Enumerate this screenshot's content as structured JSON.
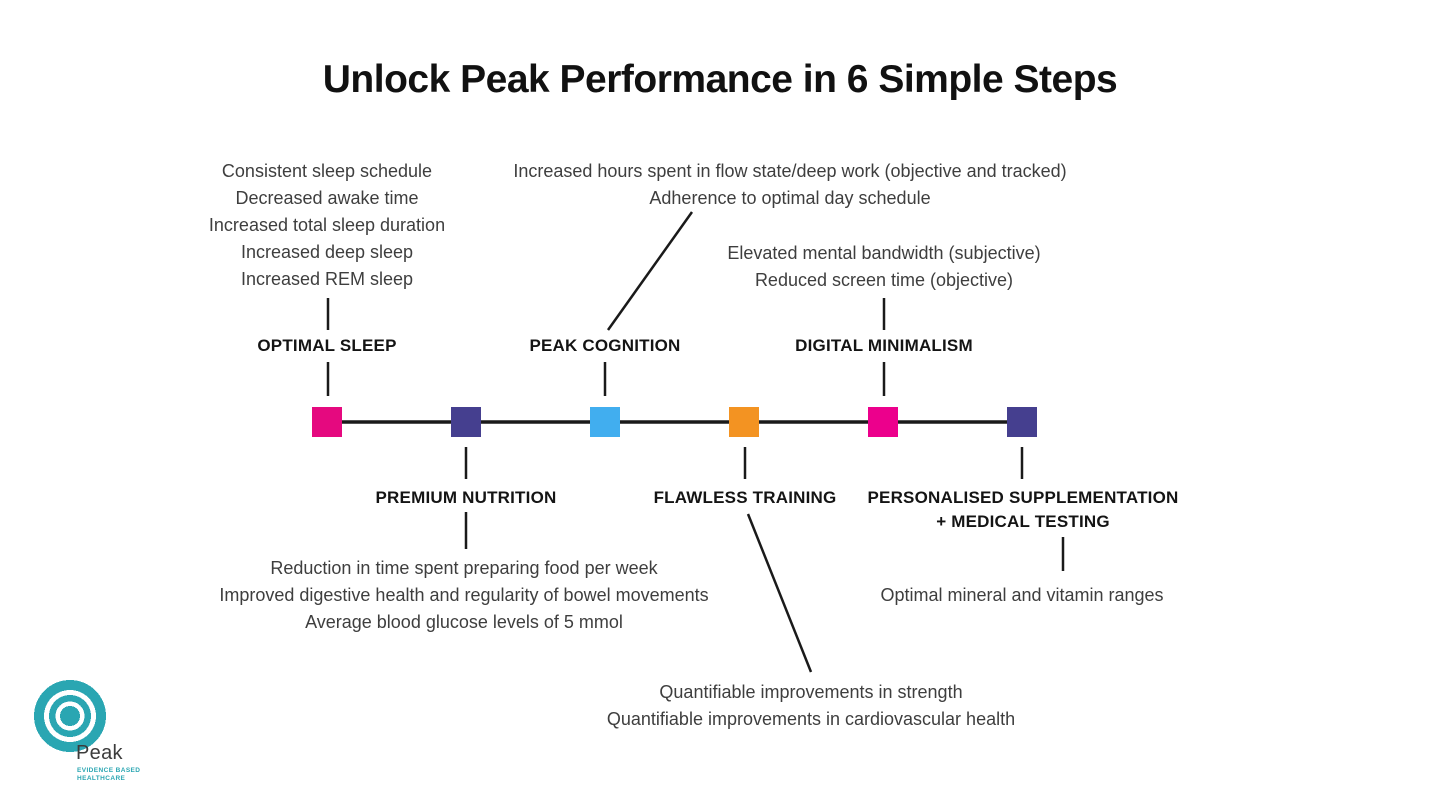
{
  "title": "Unlock Peak Performance in 6 Simple Steps",
  "colors": {
    "background": "#FFFFFF",
    "line": "#1A1A1A",
    "title_text": "#111111",
    "label_text": "#141414",
    "body_text": "#3E3E3E"
  },
  "steps": [
    {
      "label": "OPTIMAL SLEEP",
      "color": "#E5097F",
      "side": "above",
      "outcomes": [
        "Consistent sleep schedule",
        "Decreased awake time",
        "Increased total sleep duration",
        "Increased deep sleep",
        "Increased REM sleep"
      ]
    },
    {
      "label": "PREMIUM NUTRITION",
      "color": "#453F8F",
      "side": "below",
      "outcomes": [
        "Reduction in time spent preparing food per week",
        "Improved digestive health and regularity of bowel movements",
        "Average blood glucose levels of 5 mmol"
      ]
    },
    {
      "label": "PEAK COGNITION",
      "color": "#41AEEF",
      "side": "above",
      "outcomes": [
        "Increased hours spent in flow state/deep work (objective and tracked)",
        "Adherence to optimal day schedule"
      ]
    },
    {
      "label": "FLAWLESS TRAINING",
      "color": "#F39322",
      "side": "below",
      "outcomes": [
        "Quantifiable improvements in strength",
        "Quantifiable improvements in cardiovascular health"
      ]
    },
    {
      "label": "DIGITAL MINIMALISM",
      "color": "#EC008C",
      "side": "above",
      "outcomes": [
        "Elevated mental bandwidth (subjective)",
        "Reduced screen time (objective)"
      ]
    },
    {
      "label": "PERSONALISED SUPPLEMENTATION",
      "label_line2": "+ MEDICAL TESTING",
      "color": "#453F8F",
      "side": "below",
      "outcomes": [
        "Optimal mineral and vitamin ranges"
      ]
    }
  ],
  "logo": {
    "name": "Peak",
    "tagline_line1": "EVIDENCE BASED",
    "tagline_line2": "HEALTHCARE",
    "accent_color": "#2AA6B2"
  }
}
